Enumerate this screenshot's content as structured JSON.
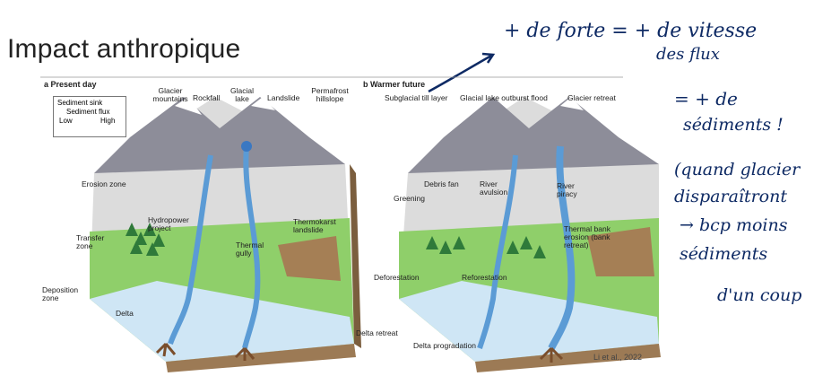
{
  "slide": {
    "title": "Impact anthropique"
  },
  "figure": {
    "panel_a": {
      "label": "a Present day",
      "legend": {
        "sink": "Sediment sink",
        "flux": "Sediment flux",
        "low": "Low",
        "high": "High"
      },
      "labels": {
        "glacier_mountains": "Glacier mountains",
        "rockfall": "Rockfall",
        "glacial_lake": "Glacial lake",
        "landslide": "Landslide",
        "permafrost": "Permafrost hillslope",
        "erosion_zone": "Erosion zone",
        "transfer_zone": "Transfer zone",
        "deposition_zone": "Deposition zone",
        "hydropower": "Hydropower project",
        "thermokarst": "Thermokarst landslide",
        "thermal_gully": "Thermal gully",
        "delta": "Delta"
      }
    },
    "panel_b": {
      "label": "b Warmer future",
      "labels": {
        "subglacial": "Subglacial till layer",
        "glof": "Glacial lake outburst flood",
        "glacier_retreat": "Glacier retreat",
        "debris_fan": "Debris fan",
        "greening": "Greening",
        "river_avulsion": "River avulsion",
        "river_piracy": "River piracy",
        "thermal_bank": "Thermal bank erosion (bank retreat)",
        "deforestation": "Deforestation",
        "reforestation": "Reforestation",
        "delta_retreat": "Delta retreat",
        "delta_progradation": "Delta progradation"
      }
    },
    "citation": "Li et al., 2022"
  },
  "handwriting": {
    "line1": "+ de forte = + de vitesse",
    "line2": "des flux",
    "line3": "= + de",
    "line4": "sédiments !",
    "line5": "(quand glacier",
    "line6": "disparaîtront",
    "line7": "→ bcp moins",
    "line8": "sédiments",
    "line9": "d'un coup"
  },
  "colors": {
    "ink": "#0e2a64",
    "water": "#5b9bd5",
    "grass": "#7fbf5a",
    "soil": "#8b6a43",
    "sea": "#cfe6f5"
  }
}
